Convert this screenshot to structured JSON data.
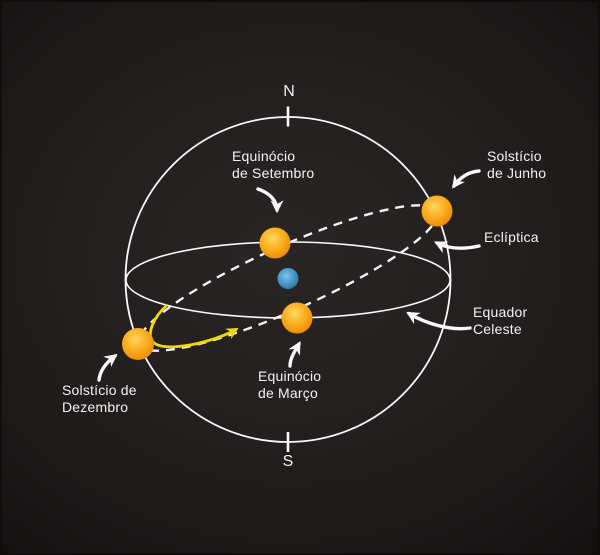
{
  "diagram": {
    "subject": "celestial-sphere-seasons",
    "compass": {
      "north": "N",
      "south": "S"
    },
    "labels": {
      "september_equinox": {
        "line1": "Equinócio",
        "line2": "de Setembro"
      },
      "june_solstice": {
        "line1": "Solstício",
        "line2": "de Junho"
      },
      "ecliptic": {
        "text": "Eclíptica"
      },
      "celestial_equator": {
        "line1": "Equador",
        "line2": "Celeste"
      },
      "march_equinox": {
        "line1": "Equinócio",
        "line2": "de Março"
      },
      "december_solstice": {
        "line1": "Solstício de",
        "line2": "Dezembro"
      }
    },
    "colors": {
      "background": "#221f1e",
      "lines": "#f8f8f8",
      "text": "#f2f2f2",
      "sun": "#f9a51a",
      "earth": "#4292c4",
      "motion_arrow": "#f2d800"
    }
  }
}
